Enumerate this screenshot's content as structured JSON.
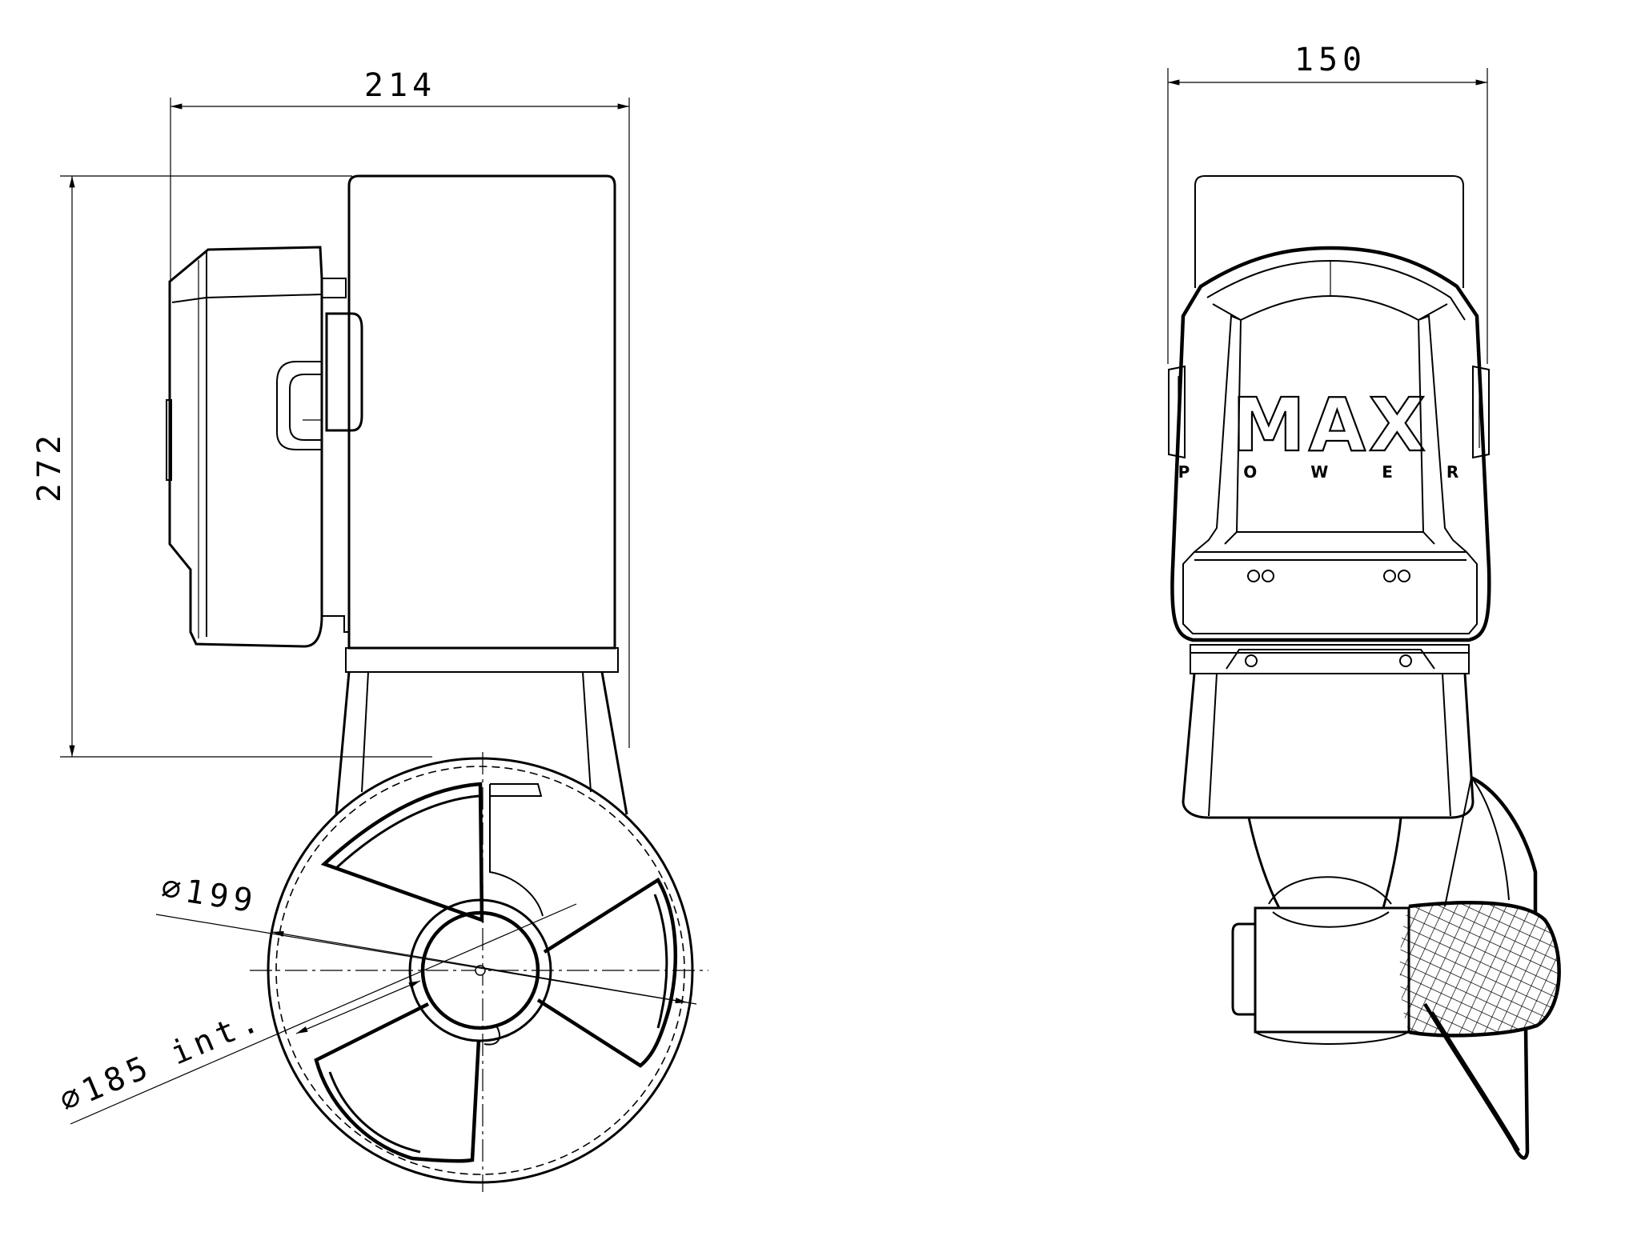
{
  "side_view": {
    "dim_width": "214",
    "dim_height": "272",
    "dim_outer_diameter": "∅199",
    "dim_inner_diameter": "∅185 int."
  },
  "front_view": {
    "dim_width": "150",
    "logo_main": "MAX",
    "logo_sub": "P O W E R"
  }
}
